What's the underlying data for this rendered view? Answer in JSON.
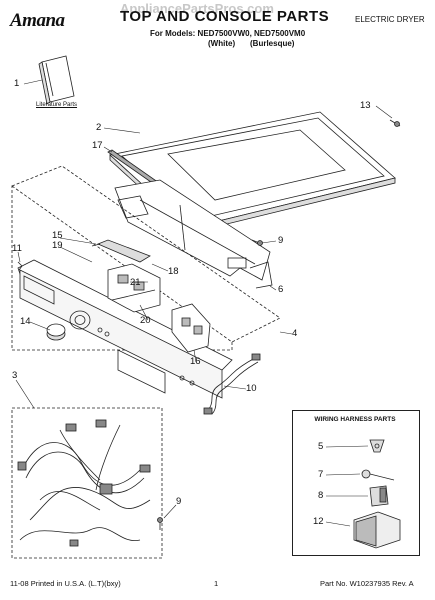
{
  "header": {
    "brand": "Amana",
    "title": "TOP AND CONSOLE PARTS",
    "watermark": "AppliancePartsPros.com",
    "models": "For Models: NED7500VW0, NED7500VM0",
    "model_white": "(White)",
    "model_burlesque": "(Burlesque)",
    "appliance_type": "ELECTRIC DRYER"
  },
  "literature_label": "Literature Parts",
  "harness_box": {
    "title": "WIRING HARNESS PARTS"
  },
  "callouts": {
    "c1": "1",
    "c2": "2",
    "c3": "3",
    "c4": "4",
    "c5": "5",
    "c6": "6",
    "c7": "7",
    "c8": "8",
    "c9a": "9",
    "c9b": "9",
    "c10": "10",
    "c11": "11",
    "c12": "12",
    "c13": "13",
    "c14": "14",
    "c15": "15",
    "c16": "16",
    "c17": "17",
    "c18": "18",
    "c19": "19",
    "c20": "20",
    "c21": "21"
  },
  "footer": {
    "printed": "11-08 Printed in U.S.A. (L.T)(bxy)",
    "page": "1",
    "part_no": "Part No. W10237935 Rev. A"
  },
  "colors": {
    "line": "#222222",
    "fill": "#ffffff",
    "shade": "#d8d8d8"
  }
}
